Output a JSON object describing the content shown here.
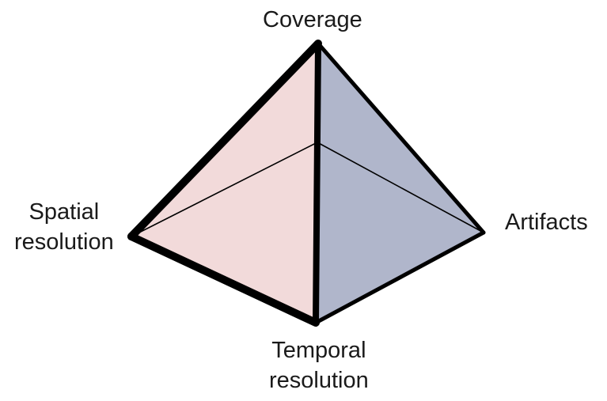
{
  "diagram": {
    "vertices": {
      "top": {
        "label": "Coverage"
      },
      "left": {
        "line1": "Spatial",
        "line2": "resolution"
      },
      "right": {
        "label": "Artifacts"
      },
      "bottom": {
        "line1": "Temporal",
        "line2": "resolution"
      }
    },
    "colors": {
      "left_face": "#f2dada",
      "right_face": "#b0b6cb",
      "edge": "#000000",
      "text": "#1a1a1a"
    }
  }
}
